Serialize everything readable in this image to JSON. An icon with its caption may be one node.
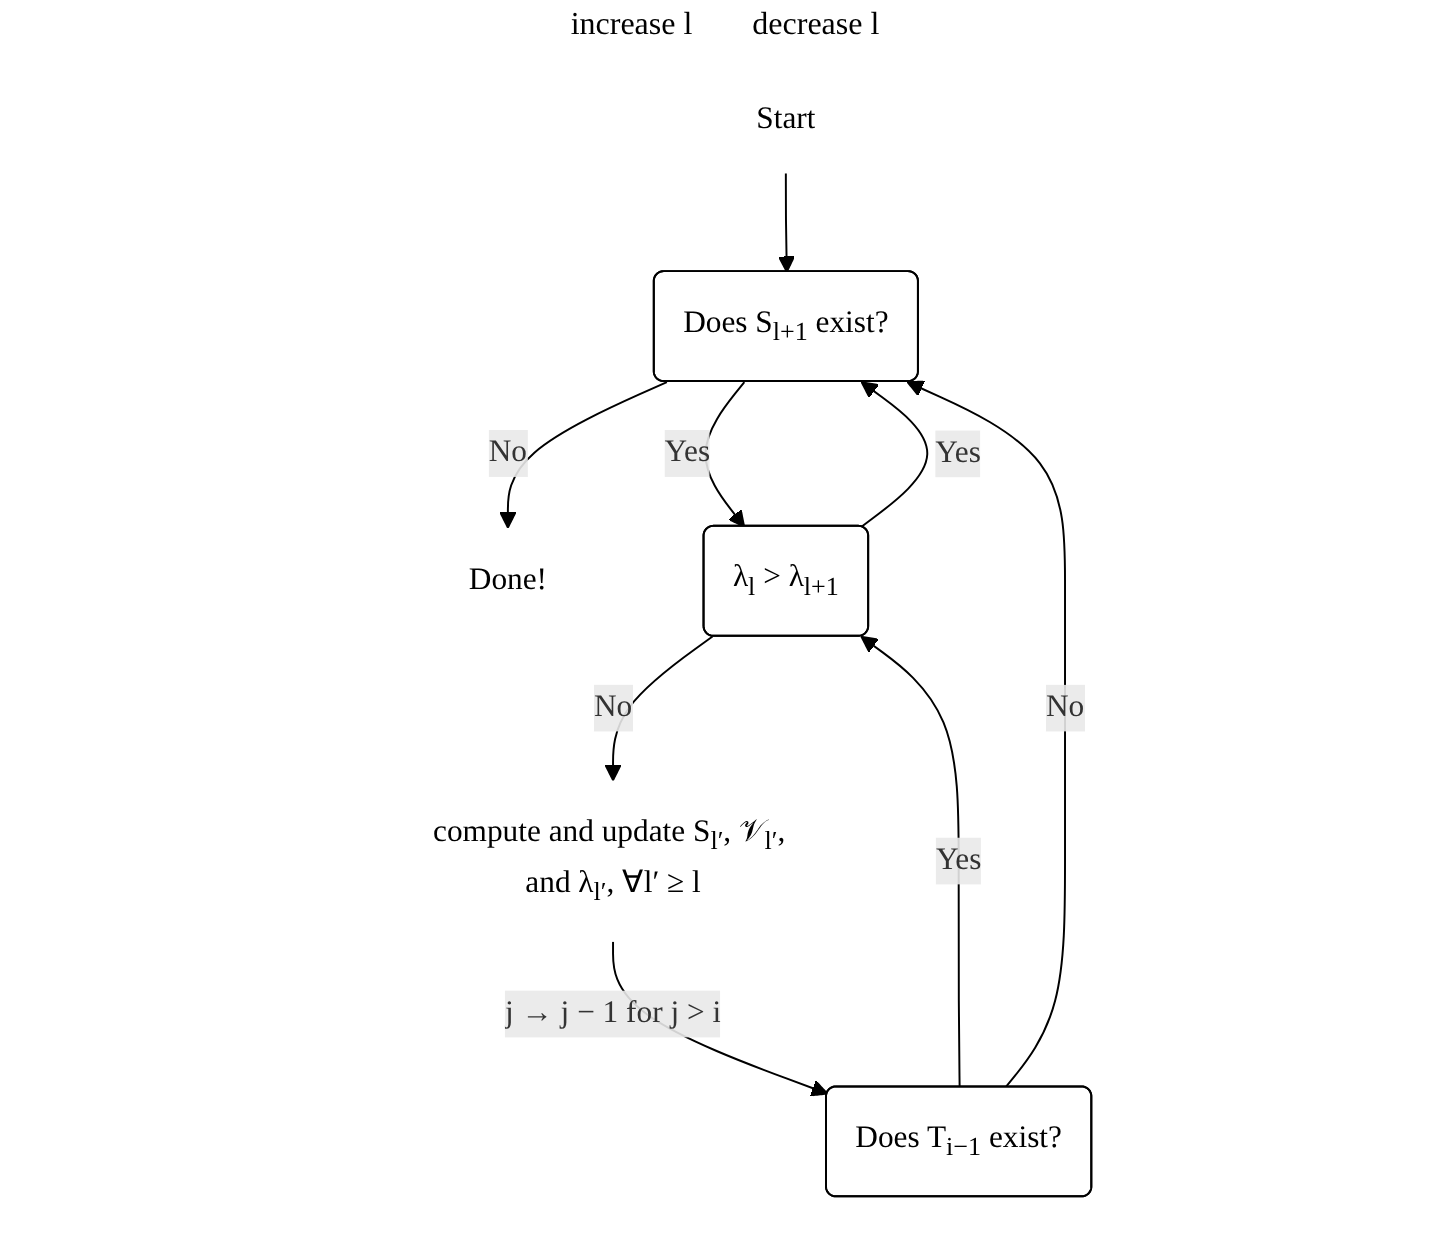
{
  "diagram": {
    "nodes": [
      {
        "text": [
          "Start"
        ]
      },
      {
        "text": [
          "Does S$_{l+1}$ exist?"
        ]
      },
      {
        "text": [
          "Done!"
        ]
      },
      {
        "text": [
          "λ$_{l}$ > λ$_{l+1}$"
        ]
      },
      {
        "text": [
          "compute and update S$_{l′}$, 𝒱$_{l′}$, and λ$_{l′}$, ∀l′ ≥ l"
        ]
      },
      {
        "text": [
          "Does T$_{i−1}$ exist?"
        ]
      }
    ],
    "edges": [
      {
        "from": 0,
        "to": 1,
        "arrow": "to"
      },
      {
        "from": 1,
        "to": 2,
        "arrow": "to",
        "label": "No"
      },
      {
        "from": 1,
        "to": 3,
        "arrow": "to",
        "label": "Yes"
      },
      {
        "from": 3,
        "to": 1,
        "arrow": "to",
        "label": "Yes"
      },
      {
        "from": 3,
        "to": 4,
        "arrow": "to",
        "label": "No"
      },
      {
        "from": 4,
        "to": 5,
        "arrow": "to",
        "label": "j → j − 1 for j > i"
      },
      {
        "from": 5,
        "to": 1,
        "arrow": "to",
        "label": "No"
      },
      {
        "from": 5,
        "to": 3,
        "arrow": "to",
        "label": "Yes"
      }
    ],
    "labels": [
      "increase l",
      "decrease l"
    ]
  }
}
